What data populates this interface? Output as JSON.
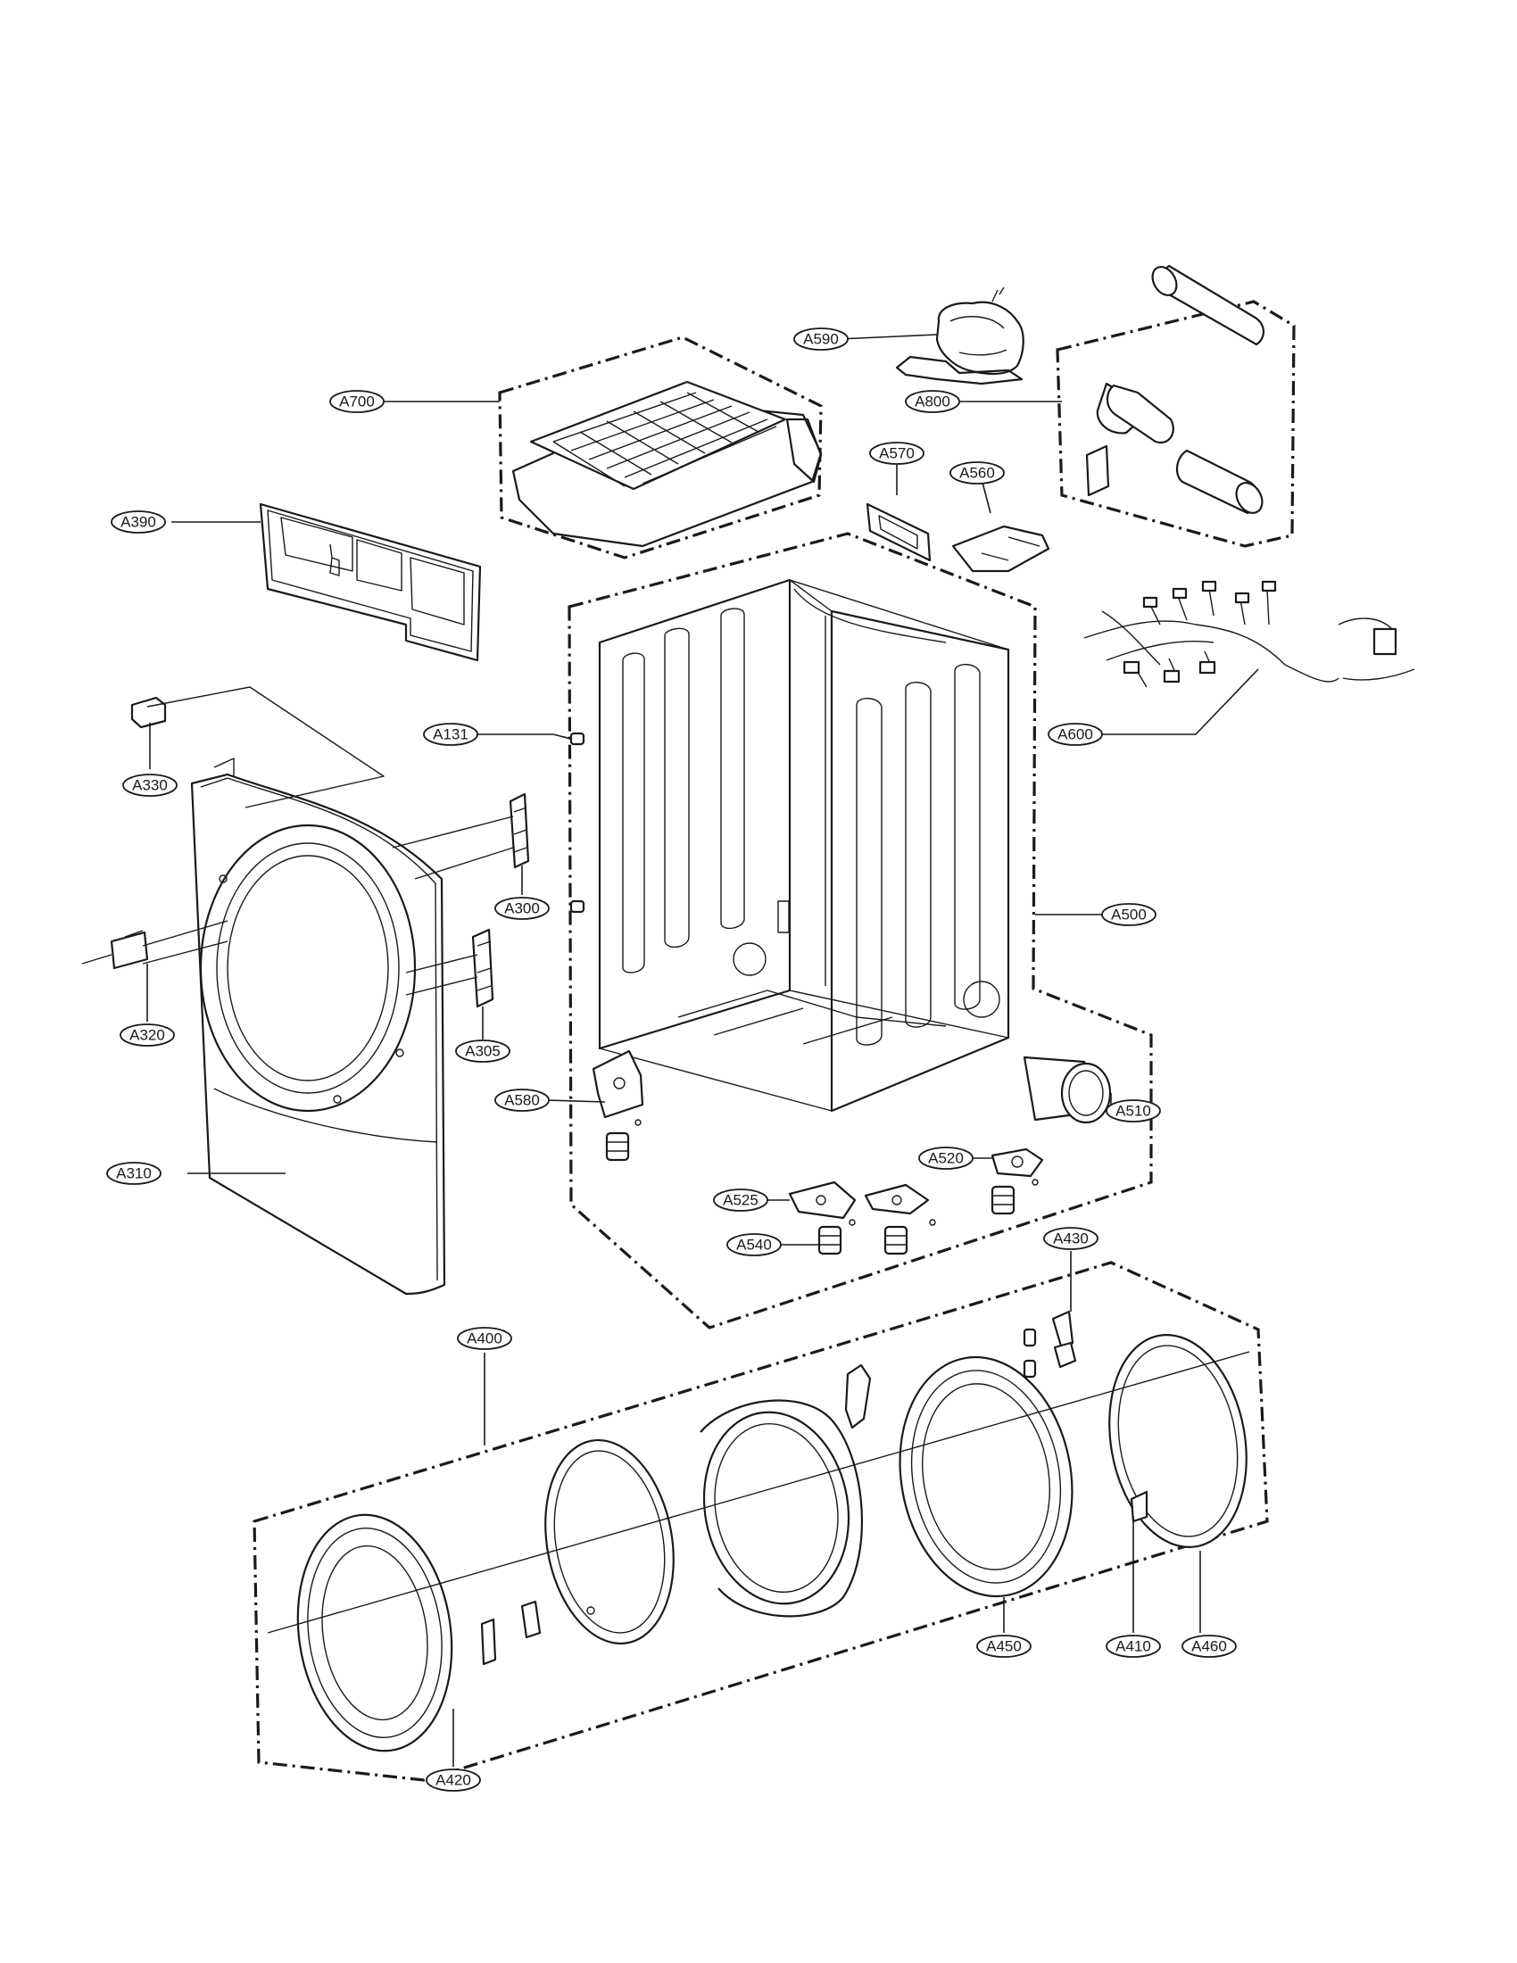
{
  "callouts": {
    "a700": "A700",
    "a390": "A390",
    "a590": "A590",
    "a800": "A800",
    "a570": "A570",
    "a560": "A560",
    "a131": "A131",
    "a600": "A600",
    "a330": "A330",
    "a300": "A300",
    "a500": "A500",
    "a320": "A320",
    "a305": "A305",
    "a580": "A580",
    "a510": "A510",
    "a310": "A310",
    "a520": "A520",
    "a525": "A525",
    "a540": "A540",
    "a430": "A430",
    "a400": "A400",
    "a450": "A450",
    "a410": "A410",
    "a460": "A460",
    "a420": "A420"
  }
}
